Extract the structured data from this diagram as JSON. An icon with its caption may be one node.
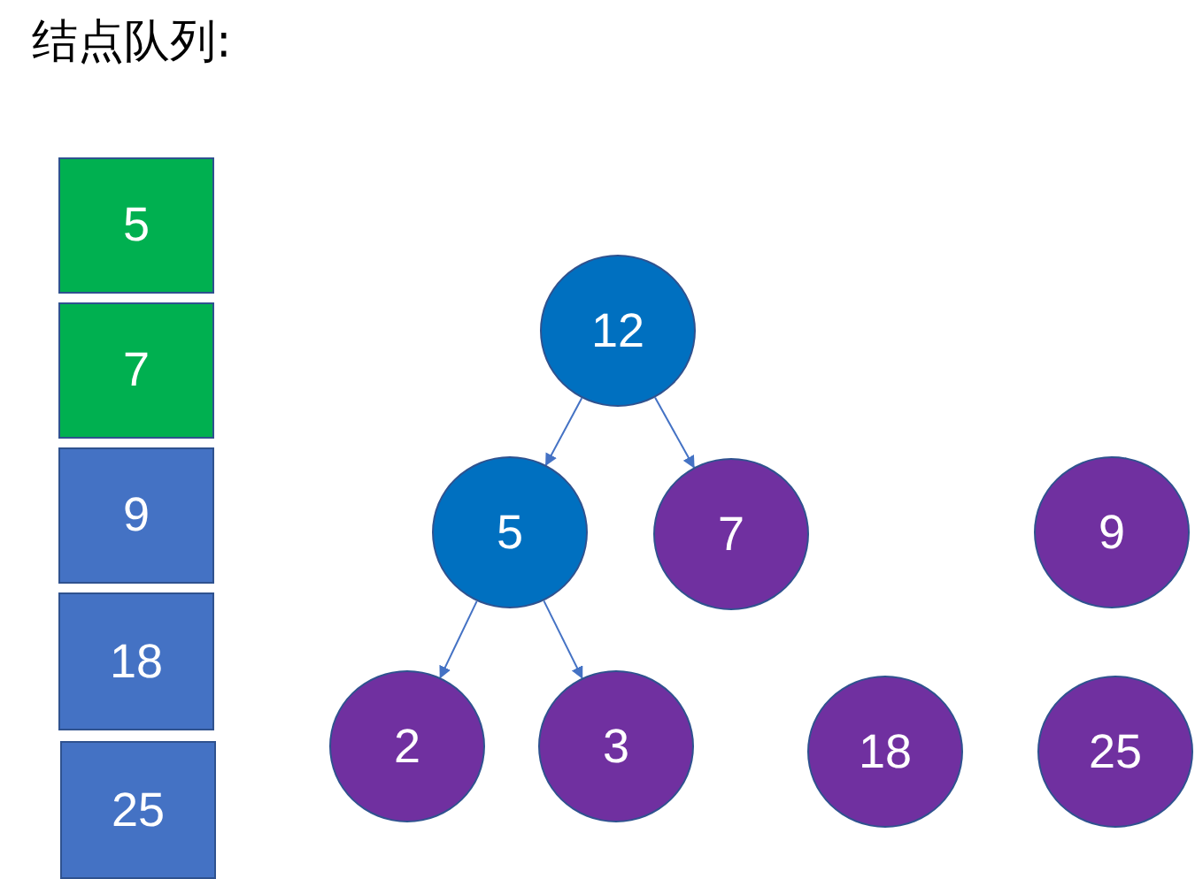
{
  "diagram": {
    "title": "结点队列:",
    "nodes": [
      {
        "text": [
          "5"
        ]
      },
      {
        "text": [
          "7"
        ]
      },
      {
        "text": [
          "9"
        ]
      },
      {
        "text": [
          "18"
        ]
      },
      {
        "text": [
          "25"
        ]
      },
      {
        "text": [
          "12"
        ]
      },
      {
        "text": [
          "5"
        ]
      },
      {
        "text": [
          "7"
        ]
      },
      {
        "text": [
          "9"
        ]
      },
      {
        "text": [
          "2"
        ]
      },
      {
        "text": [
          "3"
        ]
      },
      {
        "text": [
          "18"
        ]
      },
      {
        "text": [
          "25"
        ]
      }
    ],
    "edges": [
      {
        "from": 5,
        "to": 6,
        "arrow": "to"
      },
      {
        "from": 5,
        "to": 7,
        "arrow": "to"
      },
      {
        "from": 6,
        "to": 9,
        "arrow": "to"
      },
      {
        "from": 6,
        "to": 10,
        "arrow": "to"
      }
    ]
  }
}
